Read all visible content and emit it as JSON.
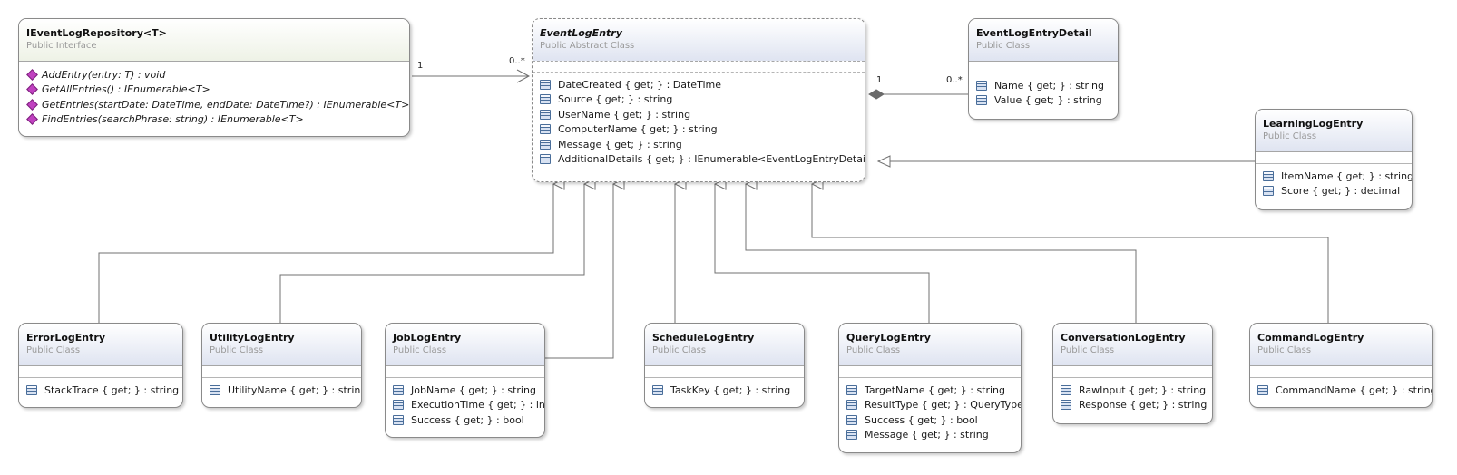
{
  "classes": {
    "ieventlogrepository": {
      "name": "IEventLogRepository<T>",
      "kind": "Public Interface",
      "members": [
        {
          "text": "AddEntry(entry: T) : void",
          "icon": "method-icon"
        },
        {
          "text": "GetAllEntries() : IEnumerable<T>",
          "icon": "method-icon"
        },
        {
          "text": "GetEntries(startDate: DateTime, endDate: DateTime?) : IEnumerable<T>",
          "icon": "method-icon"
        },
        {
          "text": "FindEntries(searchPhrase: string) : IEnumerable<T>",
          "icon": "method-icon"
        }
      ]
    },
    "eventlogentry": {
      "name": "EventLogEntry",
      "kind": "Public Abstract Class",
      "members": [
        {
          "text": "DateCreated { get; } : DateTime",
          "icon": "property-icon"
        },
        {
          "text": "Source { get; } : string",
          "icon": "property-icon"
        },
        {
          "text": "UserName { get; } : string",
          "icon": "property-icon"
        },
        {
          "text": "ComputerName { get; } : string",
          "icon": "property-icon"
        },
        {
          "text": "Message { get; } : string",
          "icon": "property-icon"
        },
        {
          "text": "AdditionalDetails { get; } : IEnumerable<EventLogEntryDetail>",
          "icon": "property-icon"
        }
      ]
    },
    "eventlogentrydetail": {
      "name": "EventLogEntryDetail",
      "kind": "Public Class",
      "members": [
        {
          "text": "Name { get; } : string",
          "icon": "property-icon"
        },
        {
          "text": "Value { get; } : string",
          "icon": "property-icon"
        }
      ]
    },
    "learninglogentry": {
      "name": "LearningLogEntry",
      "kind": "Public Class",
      "members": [
        {
          "text": "ItemName { get; } : string",
          "icon": "property-icon"
        },
        {
          "text": "Score { get; } : decimal",
          "icon": "property-icon"
        }
      ]
    },
    "errorlogentry": {
      "name": "ErrorLogEntry",
      "kind": "Public Class",
      "members": [
        {
          "text": "StackTrace { get; } : string",
          "icon": "property-icon"
        }
      ]
    },
    "utilitylogentry": {
      "name": "UtilityLogEntry",
      "kind": "Public Class",
      "members": [
        {
          "text": "UtilityName { get; } : string",
          "icon": "property-icon"
        }
      ]
    },
    "joblogentry": {
      "name": "JobLogEntry",
      "kind": "Public Class",
      "members": [
        {
          "text": "JobName { get; } : string",
          "icon": "property-icon"
        },
        {
          "text": "ExecutionTime { get; } : int",
          "icon": "property-icon"
        },
        {
          "text": "Success { get; } : bool",
          "icon": "property-icon"
        }
      ]
    },
    "schedulelogentry": {
      "name": "ScheduleLogEntry",
      "kind": "Public Class",
      "members": [
        {
          "text": "TaskKey { get; } : string",
          "icon": "property-icon"
        }
      ]
    },
    "querylogentry": {
      "name": "QueryLogEntry",
      "kind": "Public Class",
      "members": [
        {
          "text": "TargetName { get; } : string",
          "icon": "property-icon"
        },
        {
          "text": "ResultType { get; } : QueryType",
          "icon": "property-icon"
        },
        {
          "text": "Success { get; } : bool",
          "icon": "property-icon"
        },
        {
          "text": "Message { get; } : string",
          "icon": "property-icon"
        }
      ]
    },
    "conversationlogentry": {
      "name": "ConversationLogEntry",
      "kind": "Public Class",
      "members": [
        {
          "text": "RawInput { get; } : string",
          "icon": "property-icon"
        },
        {
          "text": "Response { get; } : string",
          "icon": "property-icon"
        }
      ]
    },
    "commandlogentry": {
      "name": "CommandLogEntry",
      "kind": "Public Class",
      "members": [
        {
          "text": "CommandName { get; } : string",
          "icon": "property-icon"
        }
      ]
    }
  },
  "associations": {
    "repository_to_entry": {
      "source_multiplicity": "1",
      "target_multiplicity": "0..*"
    },
    "entry_to_detail": {
      "source_multiplicity": "1",
      "target_multiplicity": "0..*"
    }
  }
}
